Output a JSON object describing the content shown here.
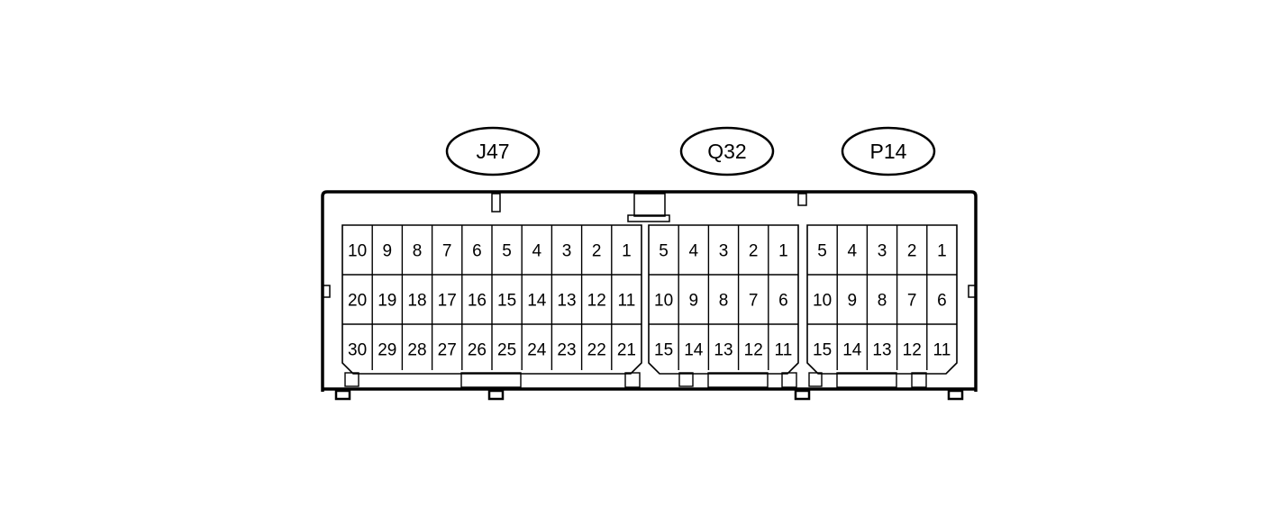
{
  "connectors": [
    {
      "id": "J47",
      "rows": [
        [
          "10",
          "9",
          "8",
          "7",
          "6",
          "5",
          "4",
          "3",
          "2",
          "1"
        ],
        [
          "20",
          "19",
          "18",
          "17",
          "16",
          "15",
          "14",
          "13",
          "12",
          "11"
        ],
        [
          "30",
          "29",
          "28",
          "27",
          "26",
          "25",
          "24",
          "23",
          "22",
          "21"
        ]
      ]
    },
    {
      "id": "Q32",
      "rows": [
        [
          "5",
          "4",
          "3",
          "2",
          "1"
        ],
        [
          "10",
          "9",
          "8",
          "7",
          "6"
        ],
        [
          "15",
          "14",
          "13",
          "12",
          "11"
        ]
      ]
    },
    {
      "id": "P14",
      "rows": [
        [
          "5",
          "4",
          "3",
          "2",
          "1"
        ],
        [
          "10",
          "9",
          "8",
          "7",
          "6"
        ],
        [
          "15",
          "14",
          "13",
          "12",
          "11"
        ]
      ]
    }
  ]
}
